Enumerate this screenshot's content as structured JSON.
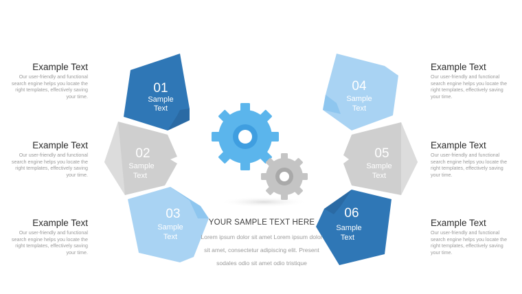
{
  "colors": {
    "dark_blue": "#2f77b6",
    "mid_blue": "#4b9bd8",
    "light_blue": "#a9d3f3",
    "light_blue_2": "#8ec6ef",
    "gray": "#cdcdcd",
    "gray_light": "#dcdcdc",
    "gear_blue": "#5bb5ec",
    "gear_gray": "#c4c4c4"
  },
  "segments": [
    {
      "number": "01",
      "label_line1": "Sample",
      "label_line2": "Text"
    },
    {
      "number": "02",
      "label_line1": "Sample",
      "label_line2": "Text"
    },
    {
      "number": "03",
      "label_line1": "Sample",
      "label_line2": "Text"
    },
    {
      "number": "04",
      "label_line1": "Sample",
      "label_line2": "Text"
    },
    {
      "number": "05",
      "label_line1": "Sample",
      "label_line2": "Text"
    },
    {
      "number": "06",
      "label_line1": "Sample",
      "label_line2": "Text"
    }
  ],
  "left_items": [
    {
      "title": "Example Text",
      "desc": "Our user-friendly and functional search engine helps you locate the right templates, effectively saving your time."
    },
    {
      "title": "Example Text",
      "desc": "Our user-friendly and functional search engine helps you locate the right templates, effectively saving your time."
    },
    {
      "title": "Example Text",
      "desc": "Our user-friendly and functional search engine helps you locate the right templates, effectively saving your time."
    }
  ],
  "right_items": [
    {
      "title": "Example Text",
      "desc": "Our user-friendly and functional search engine helps you locate the right templates, effectively saving your time."
    },
    {
      "title": "Example Text",
      "desc": "Our user-friendly and functional search engine helps you locate the right templates, effectively saving your time."
    },
    {
      "title": "Example Text",
      "desc": "Our user-friendly and functional search engine helps you locate the right templates, effectively saving your time."
    }
  ],
  "center": {
    "title": "YOUR SAMPLE TEXT HERE",
    "body": "Lorem ipsum dolor sit amet Lorem ipsum dolor sit amet, consectetur adipiscing elit. Present sodales odio sit amet odio tristique"
  }
}
